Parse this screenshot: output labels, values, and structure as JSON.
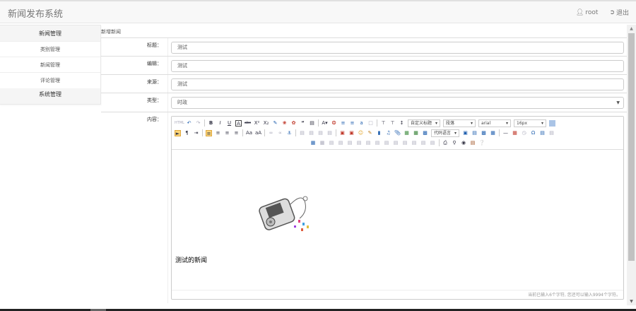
{
  "header": {
    "brand": "新闻发布系统",
    "user_label": "root",
    "logout_label": "退出"
  },
  "sidebar": {
    "groups": [
      {
        "title": "新闻管理",
        "items": [
          "类别管理",
          "新闻管理",
          "评论管理"
        ]
      },
      {
        "title": "系统管理",
        "items": []
      }
    ]
  },
  "breadcrumb": "新增新闻",
  "form": {
    "title_label": "标题：",
    "title_value": "测试",
    "editor_label": "编辑：",
    "editor_value": "测试",
    "source_label": "来源：",
    "source_value": "测试",
    "type_label": "类型：",
    "type_value": "时政",
    "content_label": "内容："
  },
  "editor": {
    "dropdowns": {
      "custom_title": "自定义标题",
      "paragraph": "段落",
      "font_family": "arial",
      "font_size": "16px",
      "code_language": "代码语言"
    },
    "body_text": "测试的新闻",
    "image_alt": "mp3 player illustration",
    "word_count": "当前已输入6个字符, 您还可以输入9994个字符。"
  },
  "colors": {
    "accent_blue": "#1e5eae",
    "header_bg": "#f8f8f8",
    "sidebar_head_bg": "#f5f5f5"
  }
}
